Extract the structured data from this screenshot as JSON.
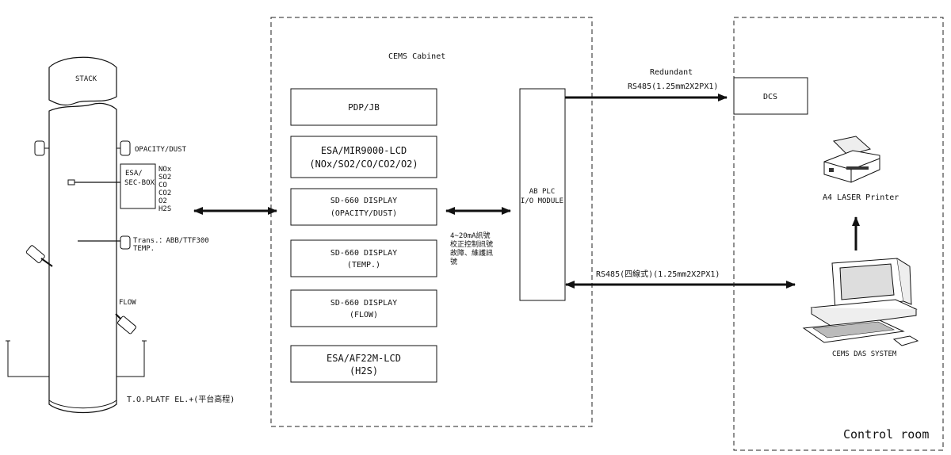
{
  "stack": {
    "top_label": "STACK",
    "opacity_label": "OPACITY/DUST",
    "esa_box": [
      "ESA/",
      "SEC-BOX"
    ],
    "gases": [
      "NOx",
      "SO2",
      "CO",
      "CO2",
      "O2",
      "H2S"
    ],
    "trans_label": "Trans.：ABB/TTF300",
    "temp_label": "TEMP.",
    "flow_label": "FLOW",
    "platform_label": "T.O.PLATF EL.+(平台高程)"
  },
  "cabinet": {
    "title": "CEMS Cabinet",
    "modules": [
      [
        "PDP/JB"
      ],
      [
        "ESA/MIR9000-LCD",
        "(NOx/SO2/CO/CO2/O2)"
      ],
      [
        "SD-660 DISPLAY",
        "(OPACITY/DUST)"
      ],
      [
        "SD-660 DISPLAY",
        "(TEMP.)"
      ],
      [
        "SD-660 DISPLAY",
        "(FLOW)"
      ],
      [
        "ESA/AF22M-LCD",
        "(H2S)"
      ]
    ],
    "plc": [
      "AB PLC",
      "I/O MODULE"
    ],
    "signal_note": [
      "4~20mA訊號",
      "校正控制訊號",
      "故障、維護訊",
      "號"
    ]
  },
  "links": {
    "redundant": "Redundant",
    "rs485_dcs": "RS485(1.25mm2X2PX1)",
    "rs485_das": "RS485(四線式)(1.25mm2X2PX1)"
  },
  "control_room": {
    "dcs": "DCS",
    "printer": "A4 LASER Printer",
    "das": "CEMS DAS SYSTEM",
    "label": "Control room"
  }
}
